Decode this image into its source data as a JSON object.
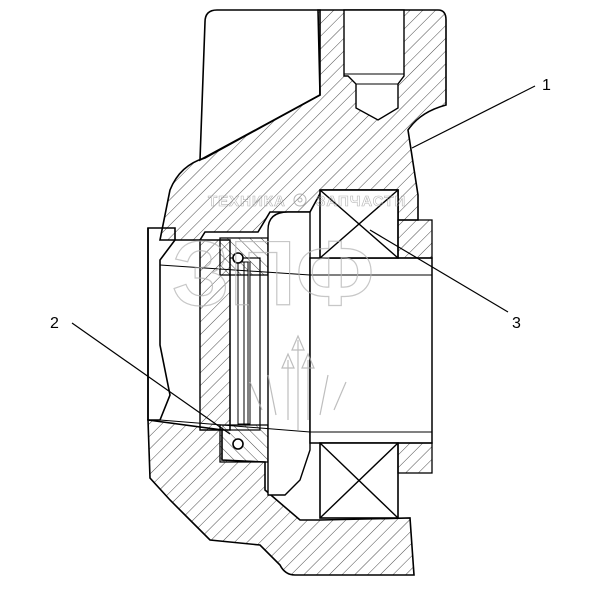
{
  "callouts": [
    {
      "label": "1"
    },
    {
      "label": "2"
    },
    {
      "label": "3"
    }
  ],
  "watermark": {
    "line1_left": "ТЕХНИКА",
    "line1_right": "ЗАПЧАСТИ",
    "big": "ЗПФ"
  },
  "colors": {
    "line": "#000000",
    "hatch": "#000000",
    "watermark": "#a8a8a8"
  }
}
